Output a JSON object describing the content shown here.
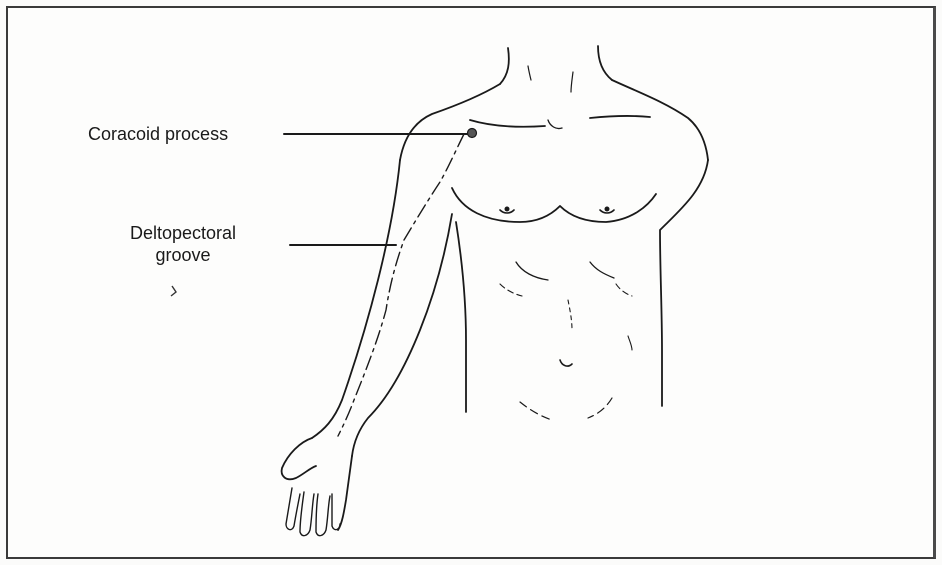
{
  "figure": {
    "labels": {
      "coracoid": "Coracoid process",
      "deltopectoral_line1": "Deltopectoral",
      "deltopectoral_line2": "groove"
    },
    "colors": {
      "ink": "#1a1a1a",
      "frame": "#3a3a3a",
      "background": "#fdfdfc"
    }
  }
}
